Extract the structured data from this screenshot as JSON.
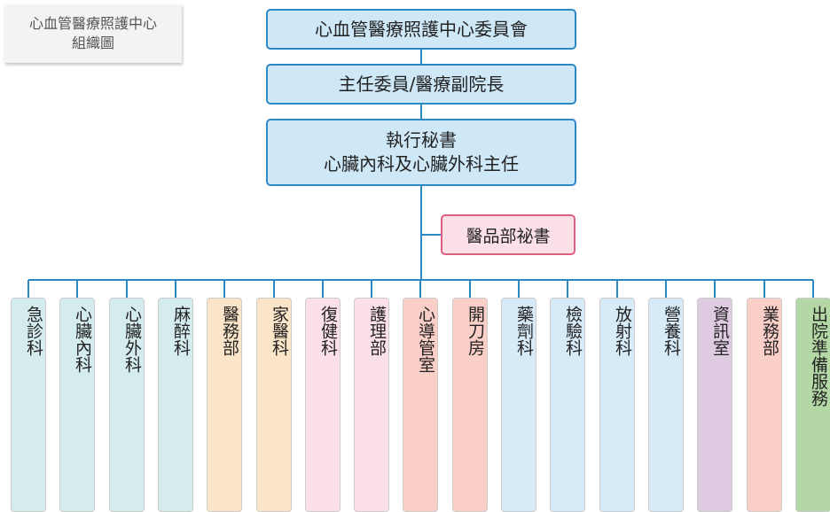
{
  "caption": {
    "line1": "心血管醫療照護中心",
    "line2": "組織圖"
  },
  "root": {
    "label": "心血管醫療照護中心委員會"
  },
  "director": {
    "label": "主任委員/醫療副院長"
  },
  "executive_secretary": {
    "line1": "執行秘書",
    "line2": "心臟內科及心臟外科主任"
  },
  "quality_secretary": {
    "label": "醫品部祕書"
  },
  "departments": [
    {
      "label": "急診科",
      "color": "#d5ecef"
    },
    {
      "label": "心臟內科",
      "color": "#d5ecef"
    },
    {
      "label": "心臟外科",
      "color": "#d5ecef"
    },
    {
      "label": "麻醉科",
      "color": "#d5ecef"
    },
    {
      "label": "醫務部",
      "color": "#fbe5c9"
    },
    {
      "label": "家醫科",
      "color": "#fbe5c9"
    },
    {
      "label": "復健科",
      "color": "#fbe0e7"
    },
    {
      "label": "護理部",
      "color": "#fbe0e7"
    },
    {
      "label": "心導管室",
      "color": "#f9cfc7"
    },
    {
      "label": "開刀房",
      "color": "#f9cfc7"
    },
    {
      "label": "藥劑科",
      "color": "#d6eaf7"
    },
    {
      "label": "檢驗科",
      "color": "#d6eaf7"
    },
    {
      "label": "放射科",
      "color": "#d6eaf7"
    },
    {
      "label": "營養科",
      "color": "#d6eaf7"
    },
    {
      "label": "資訊室",
      "color": "#decbe2"
    },
    {
      "label": "業務部",
      "color": "#f9cfc7"
    },
    {
      "label": "出院準備服務",
      "color": "#b4d8a5"
    }
  ],
  "colors": {
    "connector": "#2f88c6"
  }
}
